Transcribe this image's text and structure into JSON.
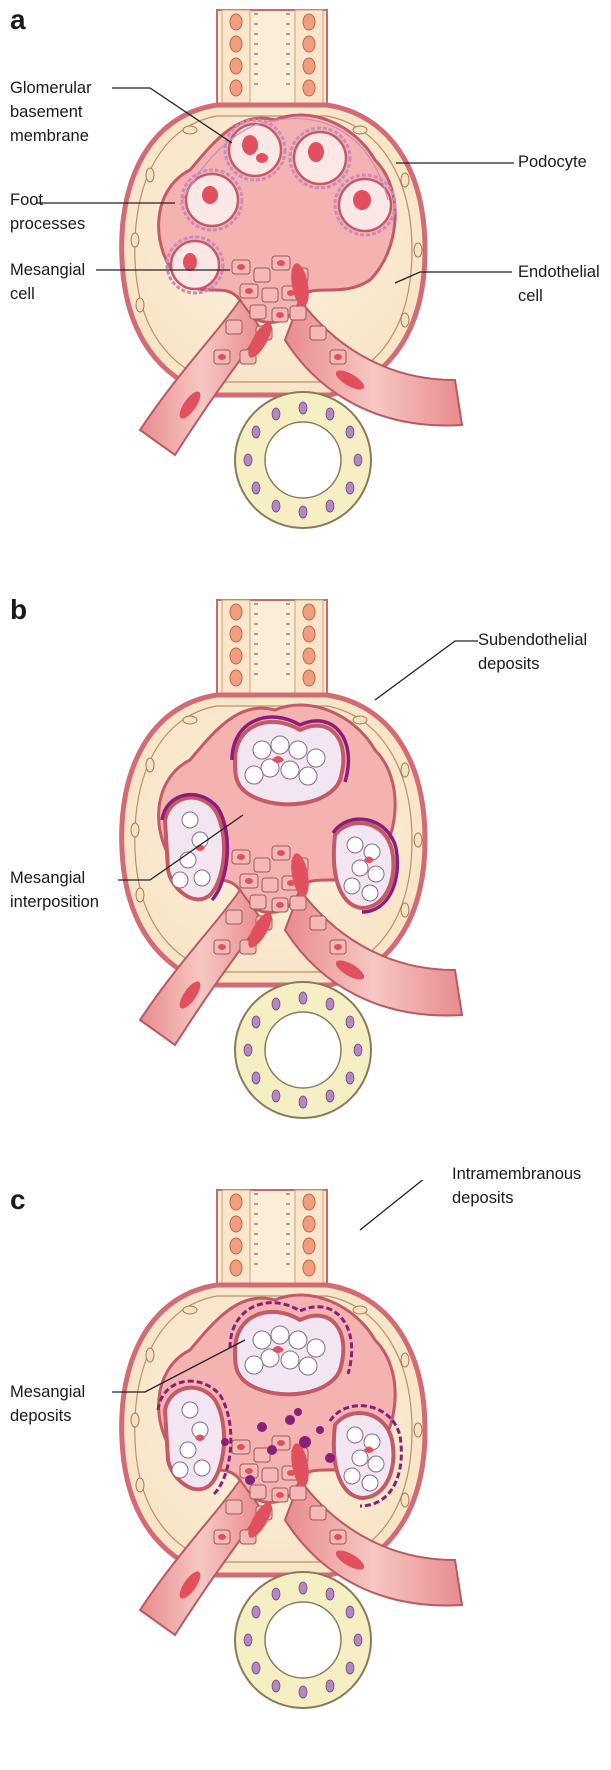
{
  "panels": [
    {
      "letter": "a",
      "labels": {
        "gbm": "Glomerular\nbasement\nmembrane",
        "foot": "Foot\nprocesses",
        "mesangial": "Mesangial\ncell",
        "podocyte": "Podocyte",
        "endothelial": "Endothelial\ncell"
      }
    },
    {
      "letter": "b",
      "labels": {
        "subendothelial": "Subendothelial\ndeposits",
        "interposition": "Mesangial\ninterposition"
      }
    },
    {
      "letter": "c",
      "labels": {
        "intramembranous": "Intramembranous\ndeposits",
        "mesangial_deposits": "Mesangial\ndeposits"
      }
    }
  ],
  "colors": {
    "capsule_fill": "#fbeed6",
    "capsule_wall": "#d46a74",
    "tissue": "#f3a9a8",
    "cell_fill": "#f6c4c1",
    "nucleus": "#e24f5e",
    "gbm_purple": "#c98ac0",
    "deposit_dark": "#8a1f7a",
    "tubule_cell": "#f7efc4",
    "tubule_nucleus": "#b487c4"
  }
}
